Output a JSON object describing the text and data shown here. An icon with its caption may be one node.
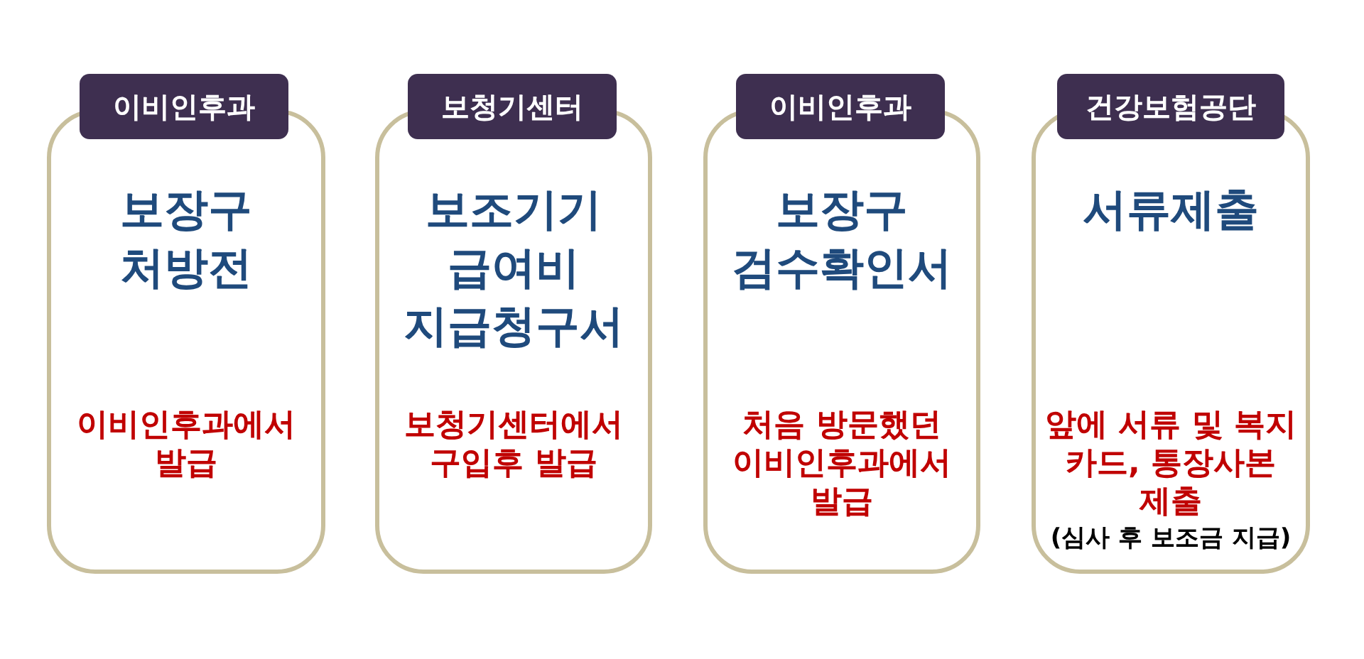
{
  "diagram": {
    "nodes": [
      {
        "text": [
          "이비인후과",
          "보장구 처방전",
          "이비인후과에서 발급"
        ]
      },
      {
        "text": [
          "보청기센터",
          "보조기기 급여비 지급청구서",
          "보청기센터에서 구입후 발급"
        ]
      },
      {
        "text": [
          "이비인후과",
          "보장구 검수확인서",
          "처음 방문했던 이비인후과에서 발급"
        ]
      },
      {
        "text": [
          "건강보험공단",
          "서류제출",
          "앞에 서류 및 복지 카드, 통장사본 제출",
          "(심사 후 보조금 지급)"
        ]
      }
    ]
  }
}
